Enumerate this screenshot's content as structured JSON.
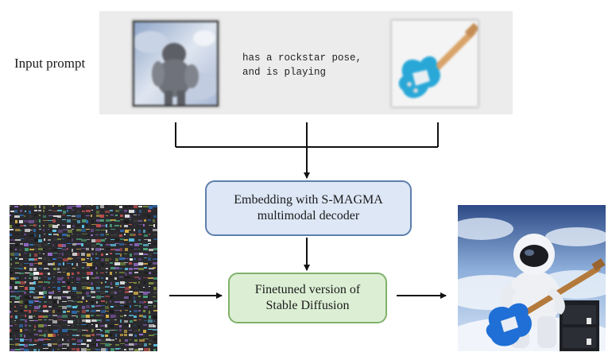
{
  "input_prompt_label": "Input prompt",
  "prompt_text": {
    "line1": "has a rockstar pose,",
    "line2": "and is playing"
  },
  "decoder_box": {
    "line1": "Embedding with S-MAGMA",
    "line2": "multimodal decoder",
    "fill": "#dde7f5",
    "border": "#5d7fae"
  },
  "diffusion_box": {
    "line1": "Finetuned version of",
    "line2": "Stable Diffusion",
    "fill": "#dcefd4",
    "border": "#7fb26a"
  },
  "images": {
    "input_left": "blurred-astronaut-thumbnail",
    "input_right": "blurred-guitar-thumbnail",
    "noise": "random-noise-image",
    "output": "astronaut-playing-guitar-image"
  }
}
